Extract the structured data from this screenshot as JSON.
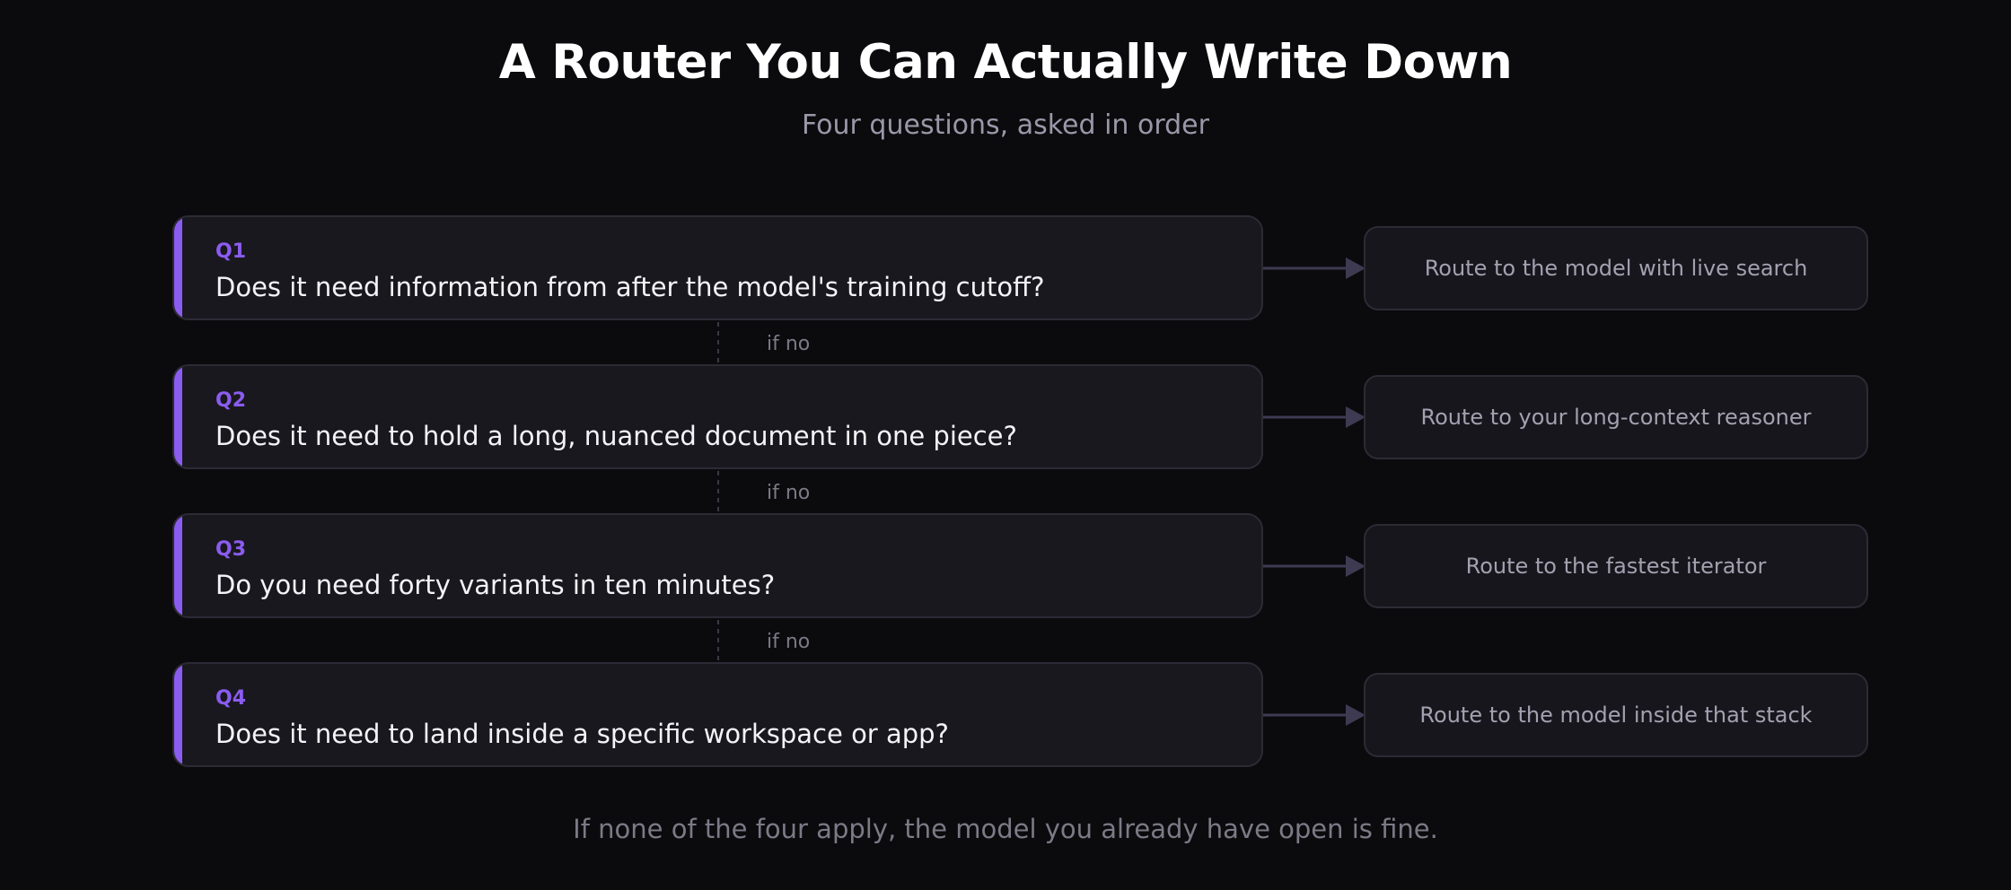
{
  "header": {
    "title": "A Router You Can Actually Write Down",
    "subtitle": "Four questions, asked in order"
  },
  "questions": [
    {
      "label": "Q1",
      "text": "Does it need information from after the model's training cutoff?",
      "route": "Route to the model with live search"
    },
    {
      "label": "Q2",
      "text": "Does it need to hold a long, nuanced document in one piece?",
      "route": "Route to your long-context reasoner"
    },
    {
      "label": "Q3",
      "text": "Do you need forty variants in ten minutes?",
      "route": "Route to the fastest iterator"
    },
    {
      "label": "Q4",
      "text": "Does it need to land inside a specific workspace or app?",
      "route": "Route to the model inside that stack"
    }
  ],
  "connectors": {
    "if_no_1": "if no",
    "if_no_2": "if no",
    "if_no_3": "if no"
  },
  "footer": {
    "text": "If none of the four apply, the model you already have open is fine."
  },
  "colors": {
    "background": "#0b0b0e",
    "accent": "#8b5cf0",
    "card": "#19181f",
    "border": "#2c2b35",
    "arrow": "#3d3a52"
  }
}
